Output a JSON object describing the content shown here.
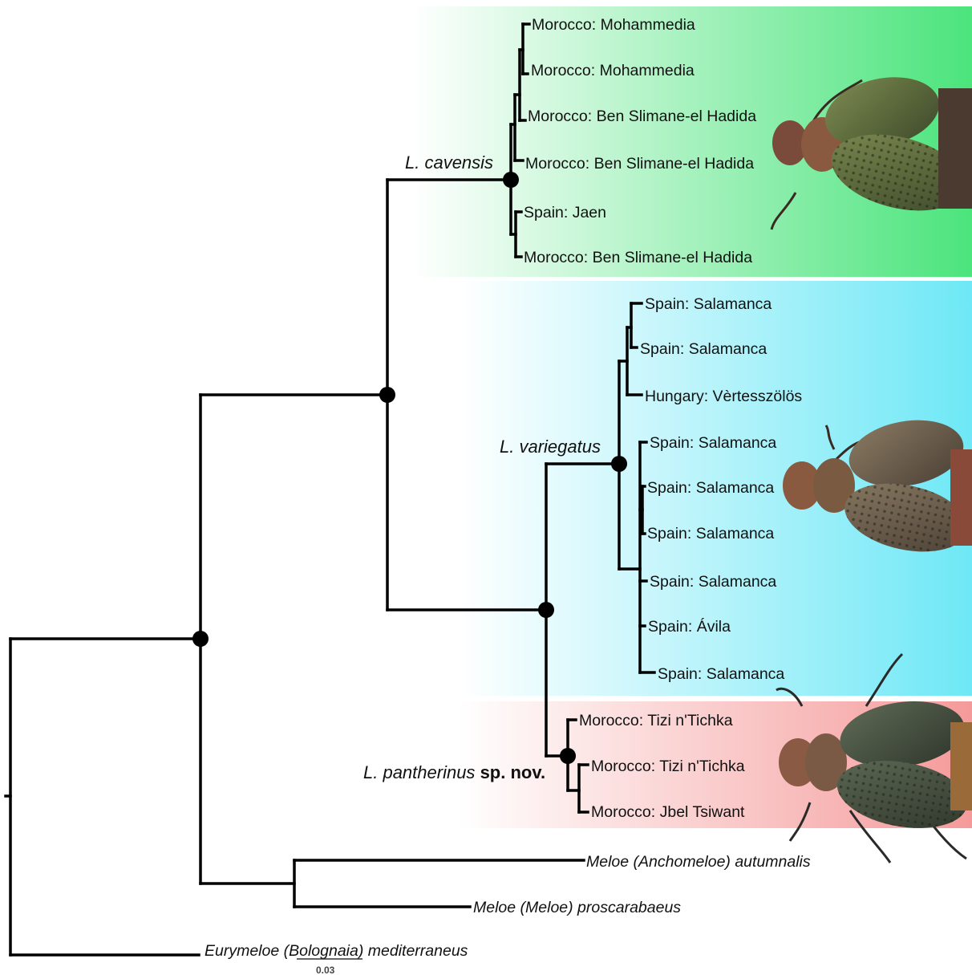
{
  "clades": {
    "cavensis": {
      "name": "L. cavensis",
      "band_color": "#4be47c"
    },
    "variegatus": {
      "name": "L. variegatus",
      "band_color": "#6ee8f6"
    },
    "pantherinus": {
      "name": "L. pantherinus",
      "name_suffix": "sp. nov.",
      "band_color": "#f59a9a"
    }
  },
  "tips": {
    "cav1": "Morocco: Mohammedia",
    "cav2": "Morocco: Mohammedia",
    "cav3": "Morocco: Ben Slimane-el Hadida",
    "cav4": "Morocco: Ben Slimane-el Hadida",
    "cav5": "Spain: Jaen",
    "cav6": "Morocco: Ben Slimane-el Hadida",
    "var1": "Spain: Salamanca",
    "var2": "Spain: Salamanca",
    "var3": "Hungary: Vèrtesszölös",
    "var4": "Spain: Salamanca",
    "var5": "Spain: Salamanca",
    "var6": "Spain: Salamanca",
    "var7": "Spain: Salamanca",
    "var8": "Spain: Ávila",
    "var9": "Spain: Salamanca",
    "pan1": "Morocco: Tizi n'Tichka",
    "pan2": "Morocco: Tizi n'Tichka",
    "pan3": "Morocco: Jbel Tsiwant"
  },
  "outgroups": {
    "autumnalis": "Meloe (Anchomeloe) autumnalis",
    "proscarabaeus": "Meloe (Meloe) proscarabaeus",
    "eurymeloe": "Eurymeloe (Bolognaia) mediterraneus"
  },
  "scale_bar": {
    "label": "0.03"
  }
}
